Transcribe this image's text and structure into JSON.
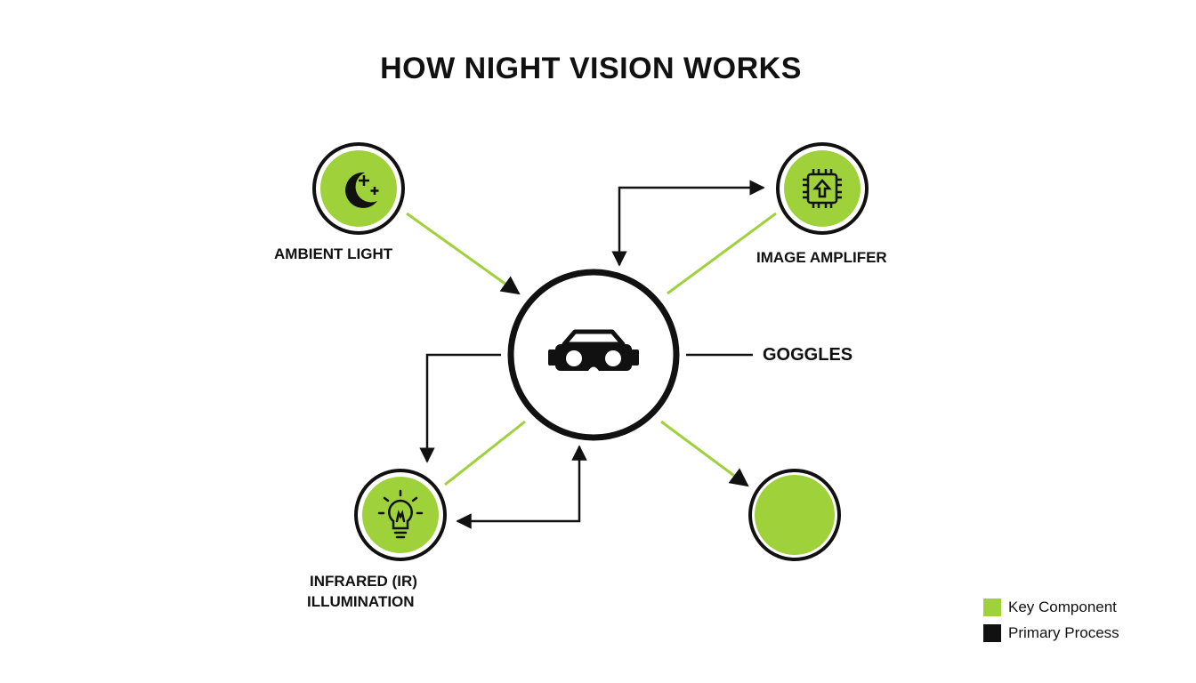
{
  "title": "HOW NIGHT VISION WORKS",
  "colors": {
    "accent": "#9ed13a",
    "ink": "#111111",
    "background": "#ffffff"
  },
  "nodes": {
    "ambient": {
      "label": "AMBIENT LIGHT",
      "icon": "moon-stars-icon"
    },
    "amplifier": {
      "label": "IMAGE AMPLIFER",
      "icon": "chip-upload-icon"
    },
    "goggles": {
      "label": "GOGGLES",
      "icon": "goggles-icon"
    },
    "infrared": {
      "label_line1": "INFRARED (IR)",
      "label_line2": "ILLUMINATION",
      "icon": "lightbulb-icon"
    },
    "output": {
      "label": ""
    }
  },
  "legend": [
    {
      "label": "Key Component",
      "color": "#9ed13a"
    },
    {
      "label": "Primary Process",
      "color": "#111111"
    }
  ]
}
